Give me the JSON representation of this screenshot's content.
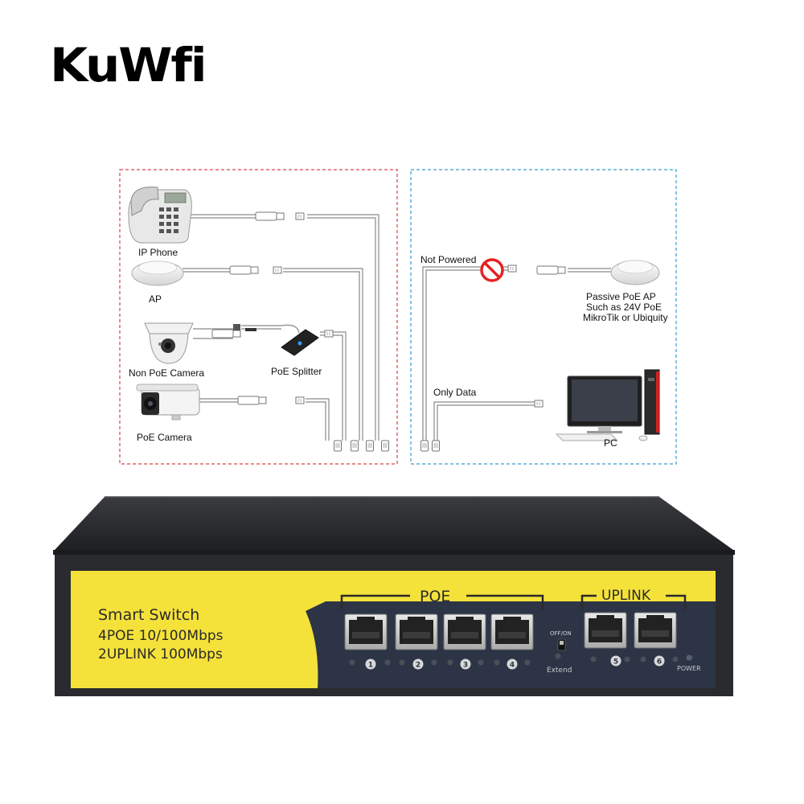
{
  "brand": {
    "logo": "KuWfi"
  },
  "diagram": {
    "left_panel": {
      "devices": [
        {
          "label": "IP Phone"
        },
        {
          "label": "AP"
        },
        {
          "label": "Non PoE Camera"
        },
        {
          "label": "PoE Splitter"
        },
        {
          "label": "PoE Camera"
        }
      ]
    },
    "right_panel": {
      "not_powered": "Not Powered",
      "passive_ap_lines": [
        "Passive PoE AP",
        "Such as 24V PoE",
        "MikroTik or Ubiquity"
      ],
      "only_data": "Only Data",
      "pc": "PC"
    }
  },
  "switch": {
    "front_text": [
      "Smart Switch",
      "4POE 10/100Mbps",
      "2UPLINK 100Mbps"
    ],
    "poe_group_label": "POE",
    "uplink_group_label": "UPLINK",
    "port_numbers": [
      "1",
      "2",
      "3",
      "4",
      "5",
      "6"
    ],
    "dip_label": "OFF/ON",
    "extend_label": "Extend",
    "power_label": "POWER"
  },
  "colors": {
    "left_border": "#d9434b",
    "right_border": "#3a9bd0",
    "switch_yellow": "#f4e23a",
    "switch_navy": "#2c3446",
    "switch_body": "#2a2b2e"
  }
}
